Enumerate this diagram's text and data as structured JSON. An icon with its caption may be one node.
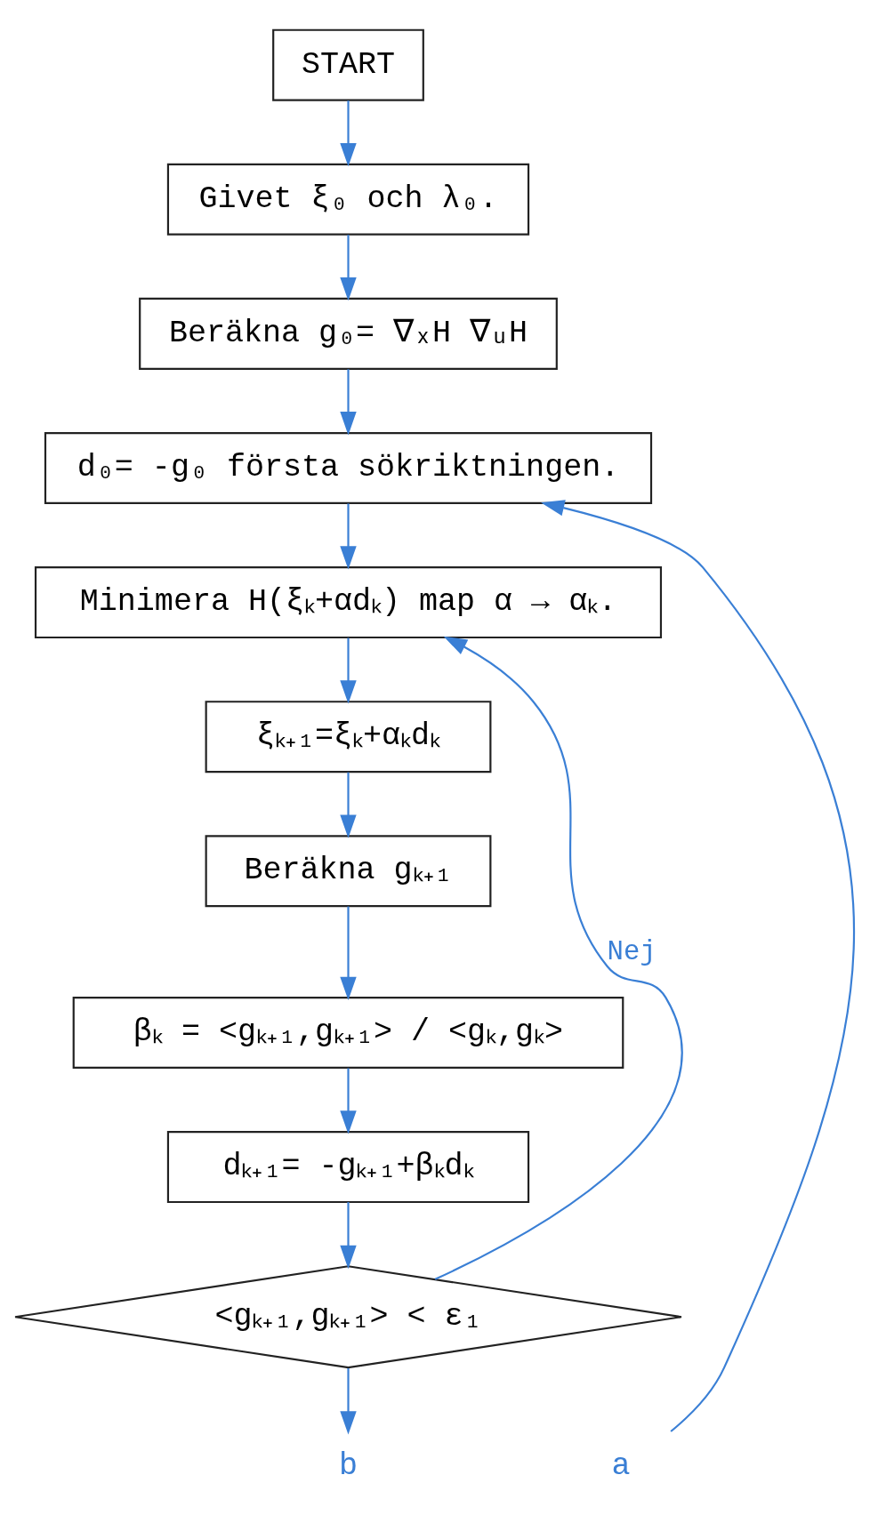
{
  "diagram": {
    "nodes": [
      {
        "text": [
          "START"
        ]
      },
      {
        "text": [
          "Givet ξ₀ och λ₀."
        ]
      },
      {
        "text": [
          "Beräkna g₀= ∇ₓH ∇ᵤH"
        ]
      },
      {
        "text": [
          "d₀= -g₀ första sökriktningen."
        ]
      },
      {
        "text": [
          "Minimera H(ξₖ+αdₖ) map α → αₖ."
        ]
      },
      {
        "text": [
          "ξₖ₊₁=ξₖ+αₖdₖ"
        ]
      },
      {
        "text": [
          "Beräkna gₖ₊₁"
        ]
      },
      {
        "text": [
          "βₖ = <gₖ₊₁,gₖ₊₁> / <gₖ,gₖ>"
        ]
      },
      {
        "text": [
          "dₖ₊₁= -gₖ₊₁+βₖdₖ"
        ]
      },
      {
        "text": [
          "<gₖ₊₁,gₖ₊₁> < ε₁"
        ]
      },
      {
        "text": [
          "a"
        ]
      },
      {
        "text": [
          "b"
        ]
      }
    ],
    "edges": [
      {
        "from": 0,
        "to": 1,
        "arrow": "to"
      },
      {
        "from": 1,
        "to": 2,
        "arrow": "to"
      },
      {
        "from": 2,
        "to": 3,
        "arrow": "to"
      },
      {
        "from": 3,
        "to": 4,
        "arrow": "to"
      },
      {
        "from": 4,
        "to": 5,
        "arrow": "to"
      },
      {
        "from": 5,
        "to": 6,
        "arrow": "to"
      },
      {
        "from": 6,
        "to": 7,
        "arrow": "to"
      },
      {
        "from": 7,
        "to": 8,
        "arrow": "to"
      },
      {
        "from": 8,
        "to": 9,
        "arrow": "to"
      },
      {
        "from": 9,
        "to": 4,
        "arrow": "to",
        "label": "Nej"
      },
      {
        "from": 10,
        "to": 3,
        "arrow": "to"
      },
      {
        "from": 9,
        "to": 11,
        "arrow": "to"
      }
    ]
  }
}
